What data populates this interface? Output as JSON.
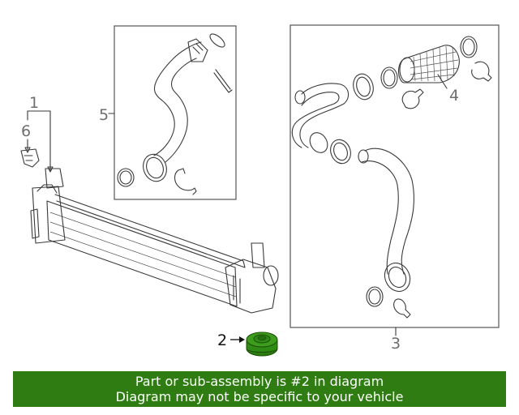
{
  "callouts": {
    "c1": "1",
    "c2": "2",
    "c3": "3",
    "c4": "4",
    "c5": "5",
    "c6": "6"
  },
  "banner": {
    "line1": "Part or sub-assembly is #2 in diagram",
    "line2": "Diagram may not be specific to your vehicle"
  },
  "colors": {
    "banner_bg": "#2f7d12",
    "highlight_part": "#2e8b13"
  }
}
